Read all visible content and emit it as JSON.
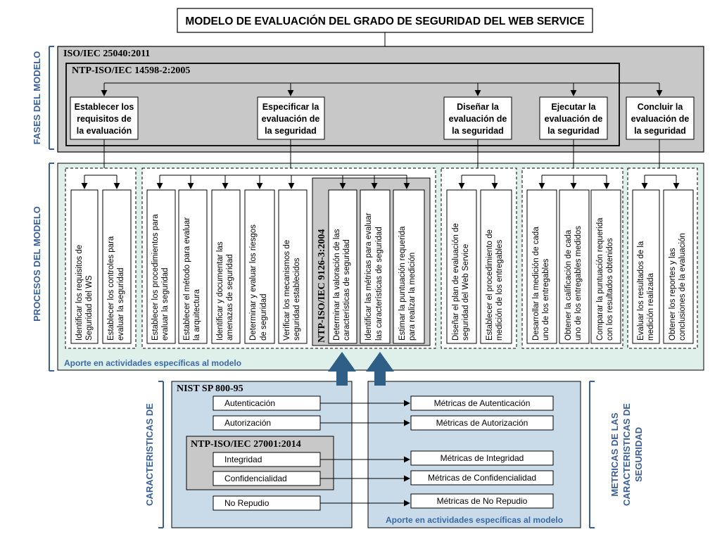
{
  "title": "MODELO DE EVALUACIÓN DEL GRADO DE SEGURIDAD DEL WEB SERVICE",
  "side_labels": {
    "fases": "FASES DEL MODELO",
    "procesos": "PROCESOS DEL MODELO",
    "caracteristicas": "CARACTERISTICAS DE",
    "metricas_line1": "METRICAS DE LAS",
    "metricas_line2": "CARACTERISTICAS DE",
    "metricas_line3": "SEGURIDAD"
  },
  "standards": {
    "iso25040": "ISO/IEC 25040:2011",
    "ntp14598": "NTP-ISO/IEC 14598-2:2005",
    "ntp9126": "NTP-ISO/IEC 9126-3:2004",
    "nist": "NIST SP 800-95",
    "ntp27001": "NTP-ISO/IEC 27001:2014"
  },
  "phases": [
    {
      "line1": "Establecer los",
      "line2": "requisitos de",
      "line3": "la evaluación"
    },
    {
      "line1": "Especificar la",
      "line2": "evaluación de",
      "line3": "la seguridad"
    },
    {
      "line1": "Diseñar la",
      "line2": "evaluación de",
      "line3": "la seguridad"
    },
    {
      "line1": "Ejecutar la",
      "line2": "evaluación de",
      "line3": "la seguridad"
    },
    {
      "line1": "Concluir la",
      "line2": "evaluación de",
      "line3": "la seguridad"
    }
  ],
  "processes": {
    "group1": [
      {
        "line1": "Identificar los requisitos de",
        "line2": "Seguridad del WS"
      },
      {
        "line1": "Establecer los controles para",
        "line2": "evaluar la seguridad"
      }
    ],
    "group2": [
      {
        "line1": "Establecer los procedimientos para",
        "line2": "evaluar la seguridad"
      },
      {
        "line1": "Establecer el método para evaluar",
        "line2": "la arquitectura"
      },
      {
        "line1": "Identificar y documentar las",
        "line2": "amenazas de seguridad"
      },
      {
        "line1": "Determinar y evaluar los riesgos",
        "line2": "de seguridad"
      },
      {
        "line1": "Verificar los mecanismos de",
        "line2": "seguridad establecidos"
      }
    ],
    "group2_inner": [
      {
        "line1": "Determinar la valoración de las",
        "line2": "características de  seguridad"
      },
      {
        "line1": "Identificar las métricas para evaluar",
        "line2": "las características de  seguridad"
      },
      {
        "line1": "Estimar la puntuación requerida",
        "line2": "para realizar la medición"
      }
    ],
    "group3": [
      {
        "line1": "Diseñar el plan de evaluación de",
        "line2": "seguridad del Web  Service"
      },
      {
        "line1": "Establecer el procedimiento de",
        "line2": "medición de los entregables"
      }
    ],
    "group4": [
      {
        "line1": "Desarrollar la medición de cada",
        "line2": "uno de los entregables"
      },
      {
        "line1": "Obtener la calificación de cada",
        "line2": "uno  de  los entregables medidos"
      },
      {
        "line1": "Comparar la puntuación requerida",
        "line2": "con los resultados obtenidos"
      }
    ],
    "group5": [
      {
        "line1": "Evaluar los resultados de la",
        "line2": "medición realizada"
      },
      {
        "line1": "Obtener los reportes y las",
        "line2": "conclusiones de  la evaluación"
      }
    ]
  },
  "footer_note": "Aporte en actividades específicas al modelo",
  "characteristics": [
    "Autenticación",
    "Autorización",
    "Integridad",
    "Confidencialidad",
    "No Repudio"
  ],
  "metrics": [
    "Métricas de Autenticación",
    "Métricas de Autorización",
    "Métricas de Integridad",
    "Métricas de Confidencialidad",
    "Métricas de No Repudio"
  ],
  "colors": {
    "gray_panel": "#c8c8c8",
    "mint_panel": "#dff0ea",
    "blue_panel": "#c9dbe9",
    "arrow_blue": "#2f5f86",
    "label_blue": "#3a5e96"
  }
}
